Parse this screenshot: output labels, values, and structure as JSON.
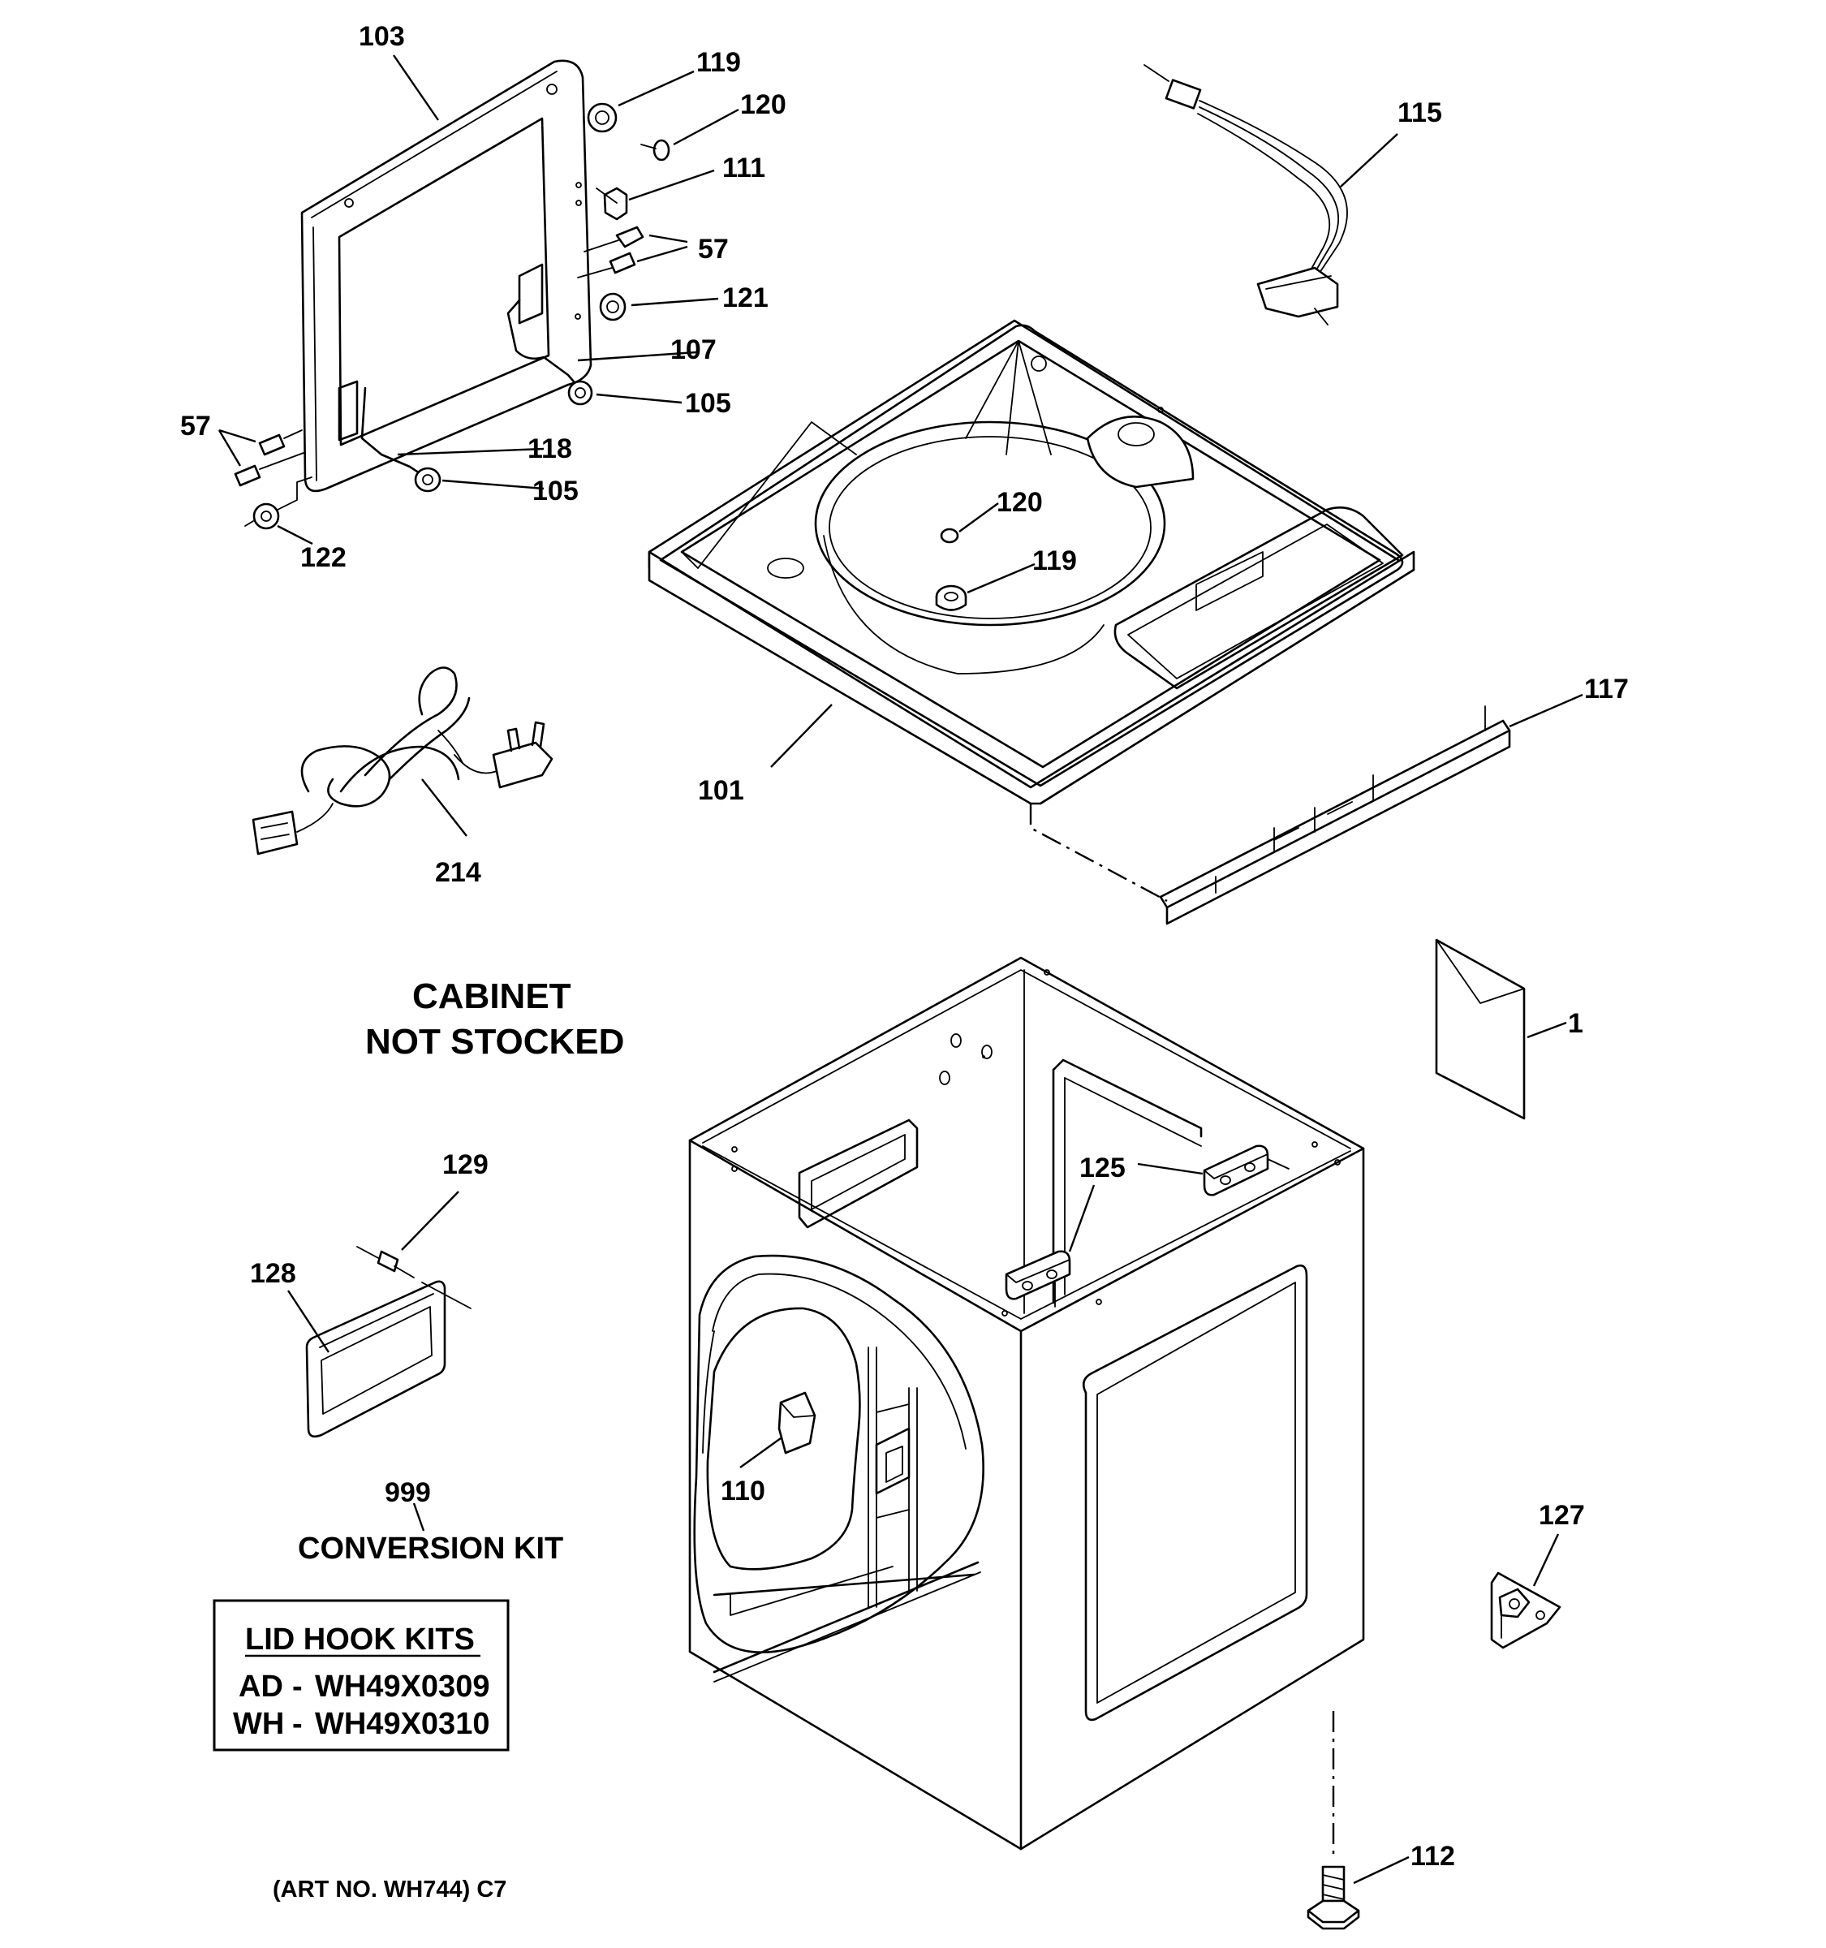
{
  "parts": {
    "p103": "103",
    "p119a": "119",
    "p120a": "120",
    "p111": "111",
    "p57a": "57",
    "p121": "121",
    "p107": "107",
    "p105a": "105",
    "p57b": "57",
    "p118": "118",
    "p105b": "105",
    "p122": "122",
    "p115": "115",
    "p120b": "120",
    "p119b": "119",
    "p117": "117",
    "p101": "101",
    "p214": "214",
    "p1": "1",
    "p129": "129",
    "p125": "125",
    "p128": "128",
    "p110": "110",
    "p999": "999",
    "p127": "127",
    "p112": "112"
  },
  "notes": {
    "cabinet_line1": "CABINET",
    "cabinet_line2": "NOT STOCKED",
    "conversion_kit": "CONVERSION KIT",
    "art_no": "(ART NO. WH744) C7"
  },
  "lid_hook_kits": {
    "title": "LID HOOK KITS",
    "row1_code": "AD",
    "row1_sep": "-",
    "row1_part": "WH49X0309",
    "row2_code": "WH",
    "row2_sep": "-",
    "row2_part": "WH49X0310"
  }
}
